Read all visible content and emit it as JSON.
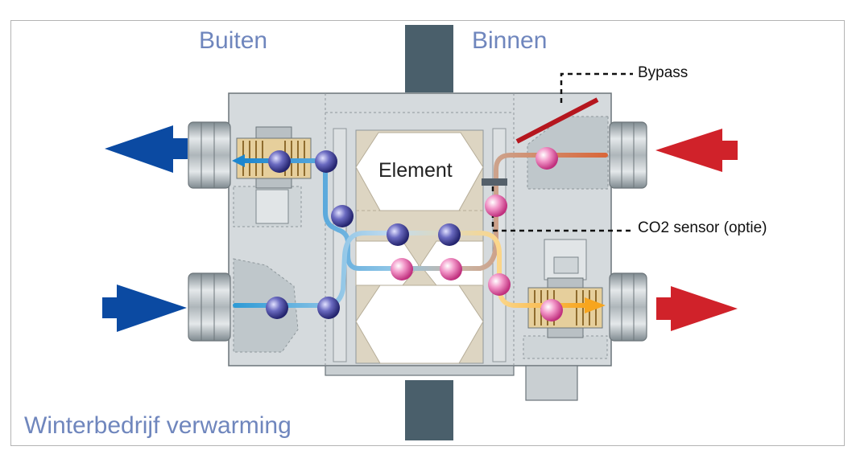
{
  "labels": {
    "outside": "Buiten",
    "inside": "Binnen",
    "mode": "Winterbedrijf verwarming",
    "bypass": "Bypass",
    "co2_sensor": "CO2 sensor (optie)",
    "element": "Element"
  },
  "colors": {
    "cold_arrow": "#0b4aa2",
    "warm_arrow": "#d0222a",
    "cold_particle": "#4f4fa8",
    "warm_particle": "#e878b6",
    "title_text": "#6f86bd",
    "wall": "#4a5f6b"
  }
}
